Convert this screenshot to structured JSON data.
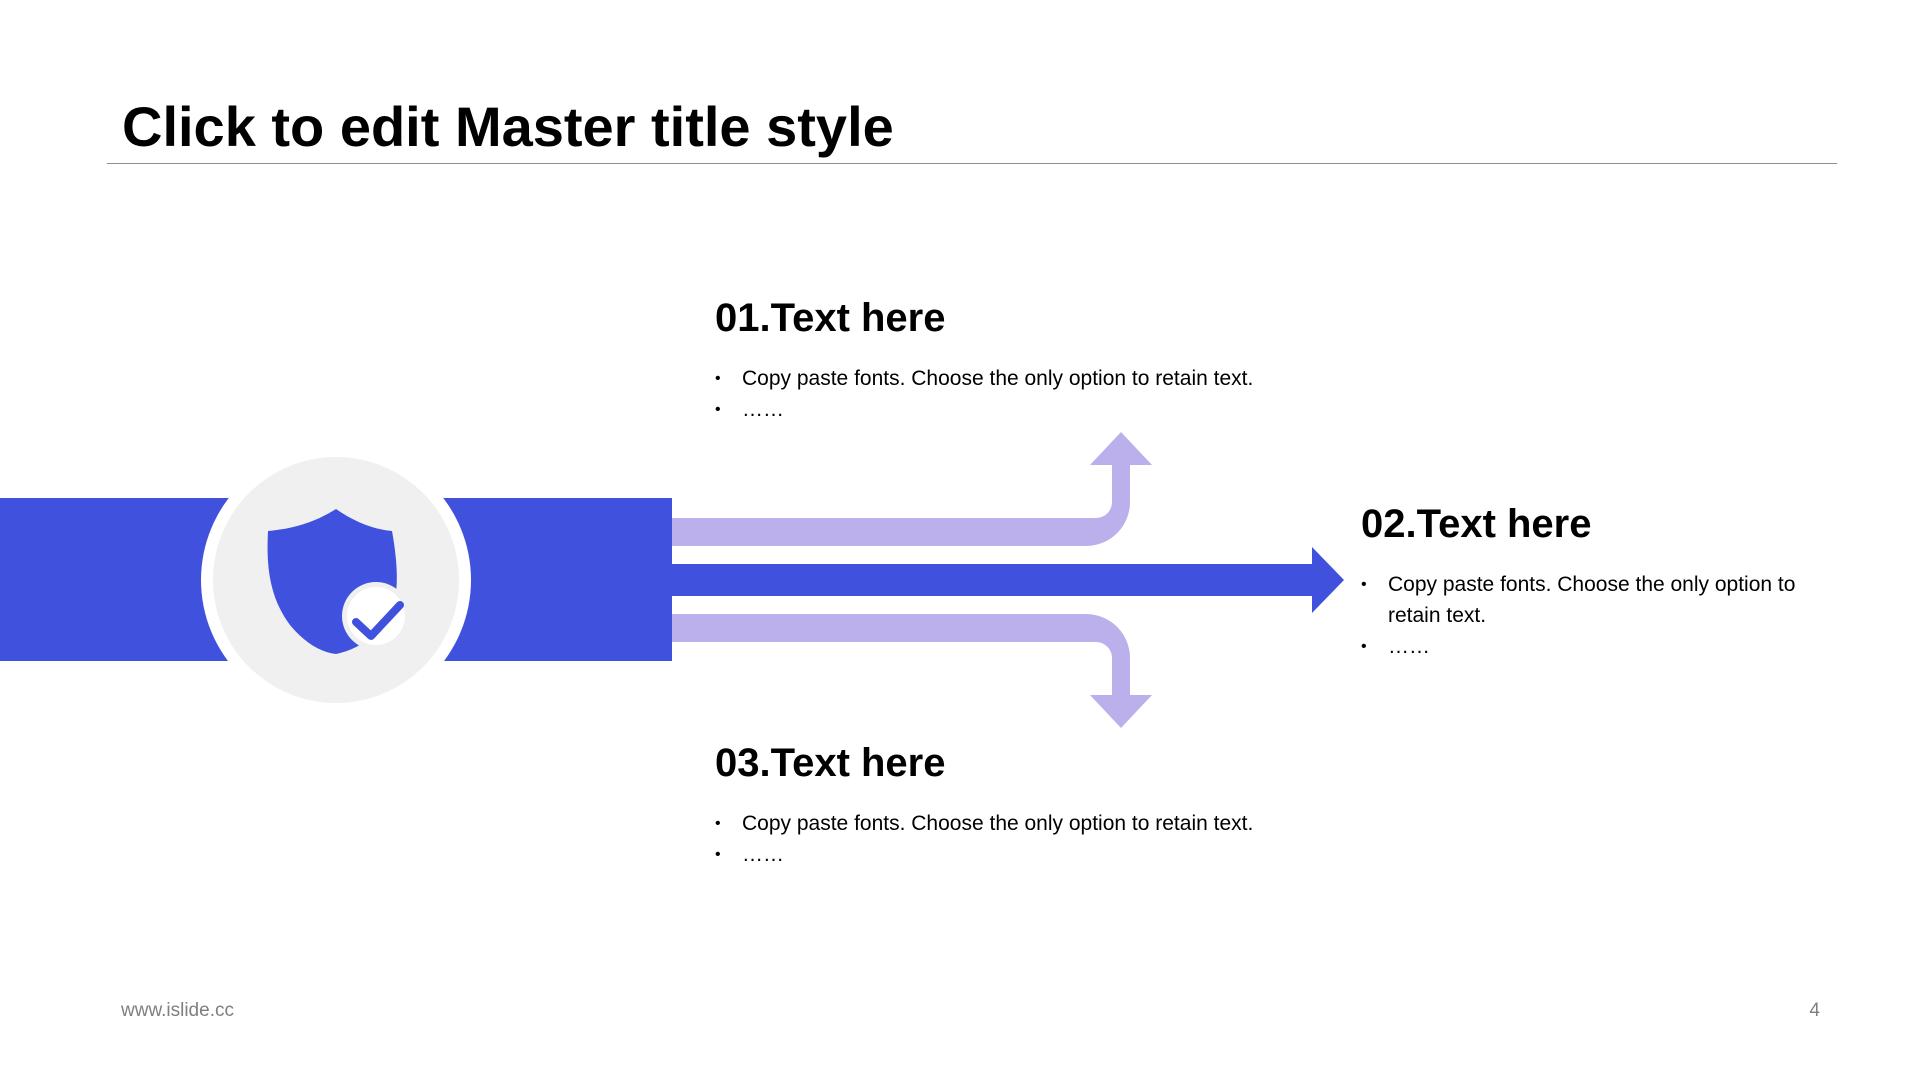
{
  "slide": {
    "title": "Click to edit Master title style"
  },
  "colors": {
    "primary": "#3f51dd",
    "secondary": "#bbb0eb",
    "circle_fill": "#f0f0f0",
    "circle_ring": "#ffffff",
    "rule": "#8c8c8c",
    "footer_text": "#7f7f7f"
  },
  "center_icon": {
    "name": "shield-check-icon"
  },
  "items": [
    {
      "heading": "01.Text here",
      "bullets": [
        "Copy paste fonts. Choose the only option to retain text.",
        "……"
      ],
      "arrow_direction": "up"
    },
    {
      "heading": "02.Text here",
      "bullets": [
        "Copy paste fonts. Choose the only option to retain text.",
        "……"
      ],
      "arrow_direction": "right"
    },
    {
      "heading": "03.Text here",
      "bullets": [
        "Copy paste fonts. Choose the only option to retain text.",
        "……"
      ],
      "arrow_direction": "down"
    }
  ],
  "footer": {
    "url": "www.islide.cc",
    "page_number": "4"
  }
}
